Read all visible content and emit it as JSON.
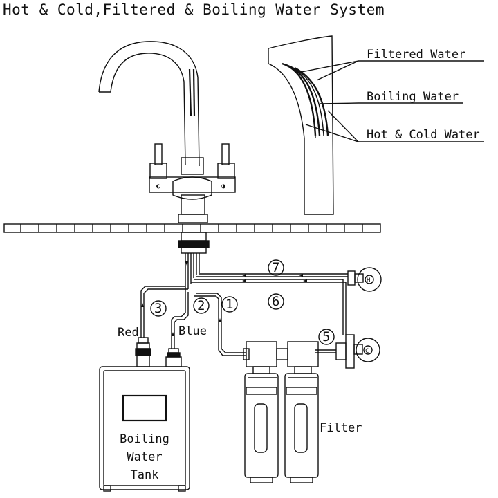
{
  "title": "Hot & Cold,Filtered & Boiling Water System",
  "callouts": {
    "filtered": "Filtered Water",
    "boiling": "Boiling Water",
    "hot_cold": "Hot & Cold Water"
  },
  "pipe_numbers": [
    "1",
    "2",
    "3",
    "5",
    "6",
    "7"
  ],
  "labels": {
    "red": "Red",
    "blue": "Blue",
    "filter": "Filter",
    "tank_line1": "Boiling",
    "tank_line2": "Water",
    "tank_line3": "Tank"
  },
  "valve_marks": {
    "hot": "H",
    "cold": "C"
  },
  "colors": {
    "line": "#111111",
    "background": "#ffffff"
  }
}
